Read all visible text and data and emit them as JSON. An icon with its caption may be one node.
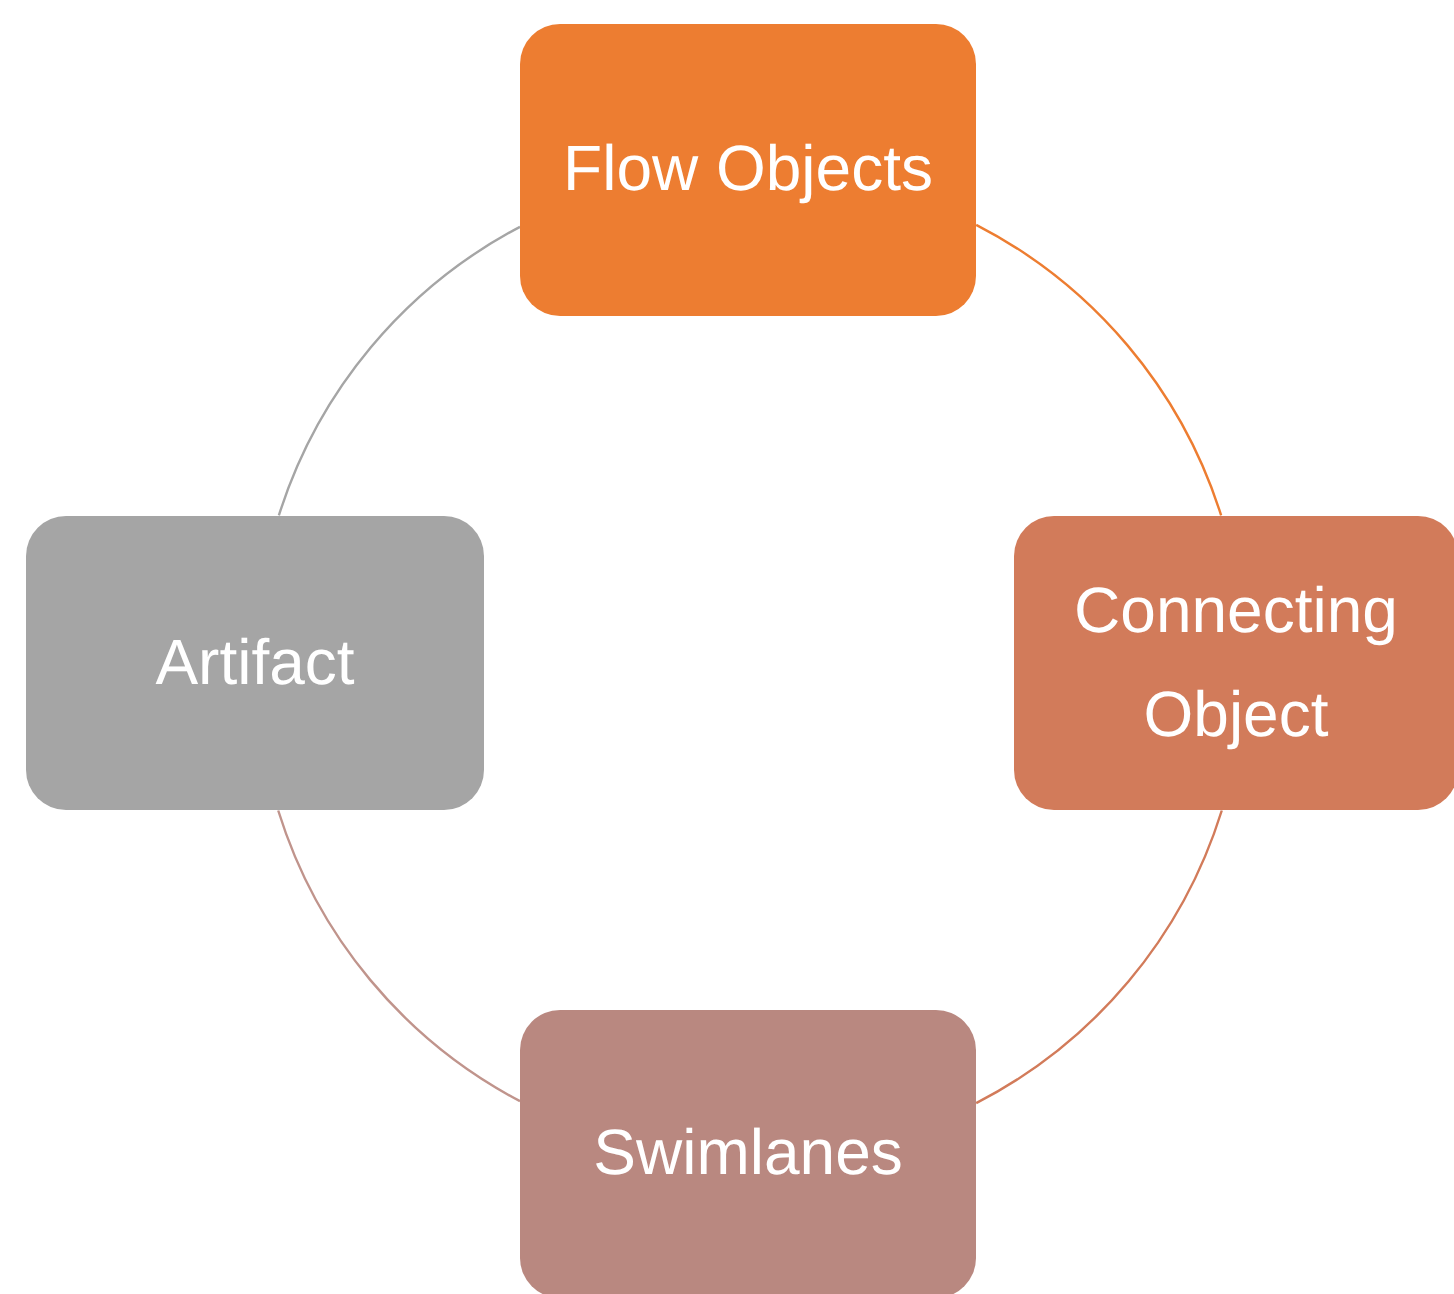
{
  "diagram": {
    "nodes": [
      {
        "text": [
          "Flow Objects"
        ]
      },
      {
        "text": [
          "Connecting Object"
        ]
      },
      {
        "text": [
          "Swimlanes"
        ]
      },
      {
        "text": [
          "Artifact"
        ]
      }
    ],
    "edges": [
      {
        "from": 0,
        "to": 1,
        "arrow": "none",
        "color": "#ed7d31"
      },
      {
        "from": 1,
        "to": 2,
        "arrow": "none",
        "color": "#d27b5a"
      },
      {
        "from": 2,
        "to": 3,
        "arrow": "none",
        "color": "#c0948c"
      },
      {
        "from": 3,
        "to": 0,
        "arrow": "none",
        "color": "#a5a5a5"
      }
    ]
  }
}
